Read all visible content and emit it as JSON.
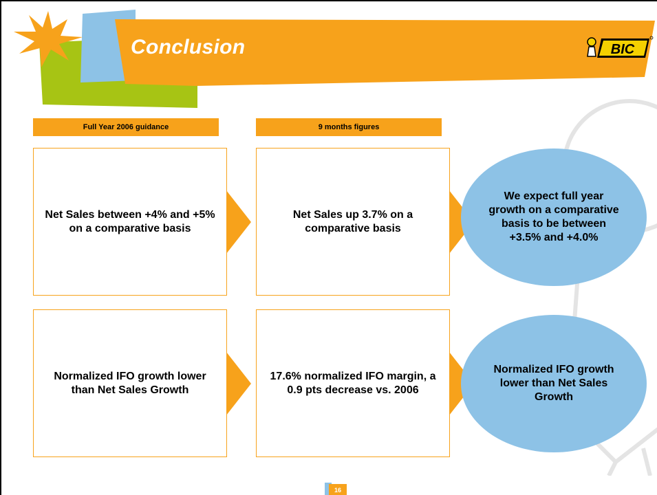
{
  "header": {
    "title": "Conclusion",
    "logo_text": "BIC"
  },
  "columns": {
    "left_header": "Full Year 2006 guidance",
    "middle_header": "9 months figures"
  },
  "rows": [
    {
      "guidance": "Net Sales between +4% and +5% on a comparative basis",
      "actual": "Net Sales up  3.7% on a comparative basis",
      "outlook": "We expect full year growth on a comparative basis to be between +3.5% and +4.0%"
    },
    {
      "guidance": "Normalized IFO growth lower than Net Sales Growth",
      "actual": "17.6% normalized IFO margin, a 0.9 pts decrease vs. 2006",
      "outlook": "Normalized IFO growth lower than Net Sales Growth"
    }
  ],
  "footer": {
    "page_number": "16"
  },
  "colors": {
    "orange": "#f7a21b",
    "green": "#a7c414",
    "blue": "#8dc2e6",
    "title_text": "#ffffff"
  }
}
